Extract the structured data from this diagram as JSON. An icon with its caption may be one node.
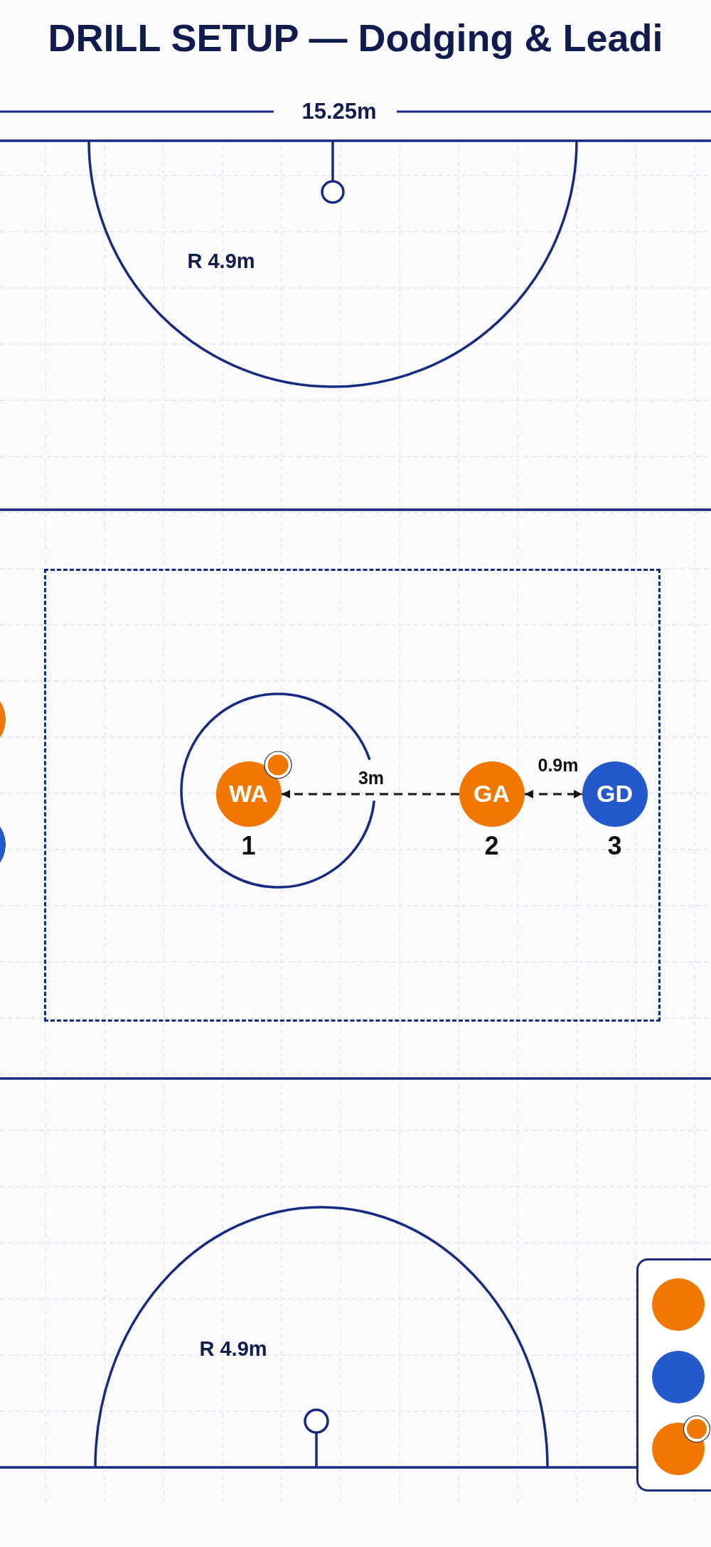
{
  "diagram": {
    "title": "DRILL SETUP — Dodging & Leadi",
    "nodes": [
      {
        "text": [],
        "shape": "box"
      },
      {
        "text": [],
        "shape": "circle",
        "in": 0
      },
      {
        "text": [
          "WA"
        ],
        "beside": [
          "1"
        ],
        "in": 1
      },
      {
        "text": [
          "GA"
        ],
        "beside": [
          "2"
        ],
        "in": 0
      },
      {
        "text": [
          "GD"
        ],
        "beside": [
          "3"
        ],
        "in": 0
      },
      {
        "text": [],
        "shape": "circle"
      },
      {
        "text": [],
        "shape": "circle"
      }
    ],
    "edges": [
      {
        "from": 3,
        "to": 2,
        "arrow": "to",
        "style": "dashed",
        "label": "3m"
      },
      {
        "from": 3,
        "to": 4,
        "arrow": "both",
        "style": "dashed",
        "label": "0.9m"
      }
    ],
    "labels": [
      "15.25m",
      "R 4.9m",
      "R 4.9m"
    ]
  }
}
